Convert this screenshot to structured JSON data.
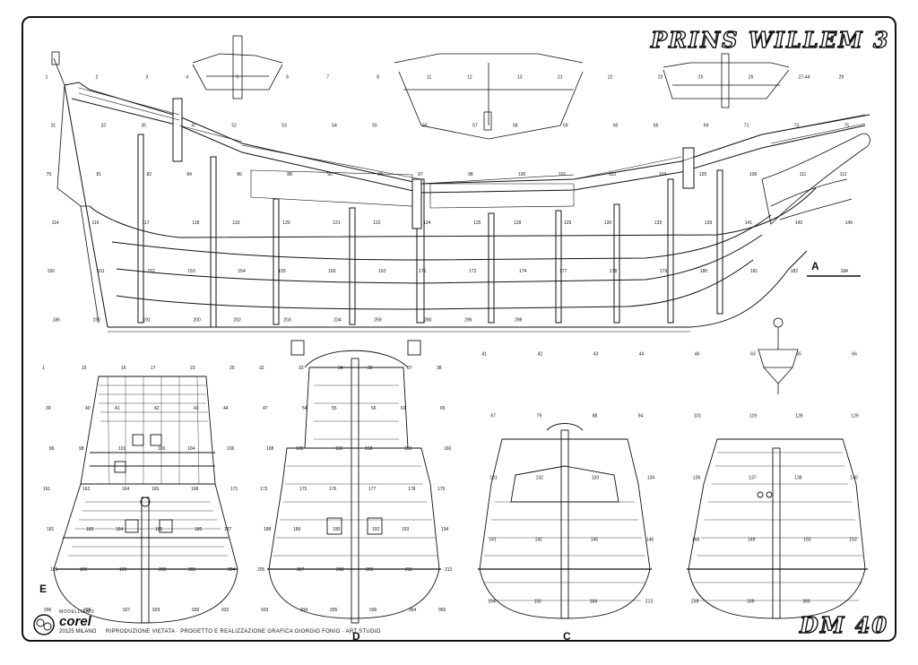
{
  "sheet": {
    "title": "PRINS WILLEM 3",
    "model_code": "DM 40",
    "credits": "RIPRODUZIONE VIETATA · PROGETTO E REALIZZAZIONE GRAFICA GIORGIO FONIO · ART STUDIO"
  },
  "logo": {
    "tagline": "MODELLISMO",
    "brand": "corel",
    "city": "20125 MILANO"
  },
  "views": {
    "side": "A",
    "stern": "D",
    "bow": "C",
    "front_section": "E"
  },
  "callouts": {
    "side_view": [
      "1",
      "2",
      "3",
      "4",
      "5",
      "6",
      "7",
      "8",
      "11",
      "12",
      "13",
      "21",
      "22",
      "23",
      "25",
      "26",
      "27-44",
      "29",
      "31",
      "32",
      "35",
      "47",
      "52",
      "53",
      "54",
      "55",
      "56",
      "57",
      "58",
      "59",
      "60",
      "65",
      "69",
      "71",
      "73",
      "75",
      "79",
      "81",
      "82",
      "84",
      "86",
      "88",
      "90",
      "94",
      "97",
      "98",
      "100",
      "101",
      "102",
      "104",
      "105",
      "108",
      "111",
      "112",
      "114",
      "116",
      "117",
      "118",
      "119",
      "120",
      "121",
      "122",
      "124",
      "125",
      "128",
      "129",
      "130",
      "135",
      "139",
      "141",
      "143",
      "149",
      "150",
      "151",
      "152",
      "153",
      "154",
      "155",
      "160",
      "162",
      "171",
      "172",
      "174",
      "177",
      "178",
      "179",
      "180",
      "181",
      "182",
      "184",
      "186",
      "190",
      "191",
      "200",
      "202",
      "203",
      "234",
      "259",
      "280",
      "296",
      "298"
    ],
    "stern_view": [
      "1",
      "15",
      "16",
      "17",
      "23",
      "29",
      "32",
      "33",
      "34",
      "36",
      "37",
      "38",
      "39",
      "40",
      "41",
      "42",
      "43",
      "44",
      "47",
      "54",
      "55",
      "56",
      "63",
      "65",
      "86",
      "98",
      "101",
      "103",
      "104",
      "106",
      "108",
      "109",
      "136",
      "158",
      "159",
      "160",
      "161",
      "162",
      "164",
      "165",
      "168",
      "171",
      "173",
      "175",
      "176",
      "177",
      "178",
      "179",
      "181",
      "183",
      "184",
      "185",
      "186",
      "187",
      "188",
      "189",
      "190",
      "192",
      "193",
      "194",
      "195",
      "196",
      "199",
      "200",
      "201",
      "204",
      "205",
      "207",
      "208",
      "209",
      "211",
      "212",
      "296",
      "298",
      "927",
      "929",
      "930",
      "932",
      "933",
      "934",
      "935",
      "936",
      "954",
      "955"
    ],
    "bow_view": [
      "41",
      "42",
      "43",
      "44",
      "46",
      "63",
      "65",
      "66",
      "67",
      "79",
      "88",
      "94",
      "101",
      "119",
      "128",
      "129",
      "131",
      "132",
      "133",
      "134",
      "136",
      "137",
      "138",
      "140",
      "141",
      "142",
      "145",
      "146",
      "148",
      "149",
      "150",
      "153",
      "154",
      "155",
      "184",
      "213",
      "259",
      "339",
      "360"
    ]
  }
}
